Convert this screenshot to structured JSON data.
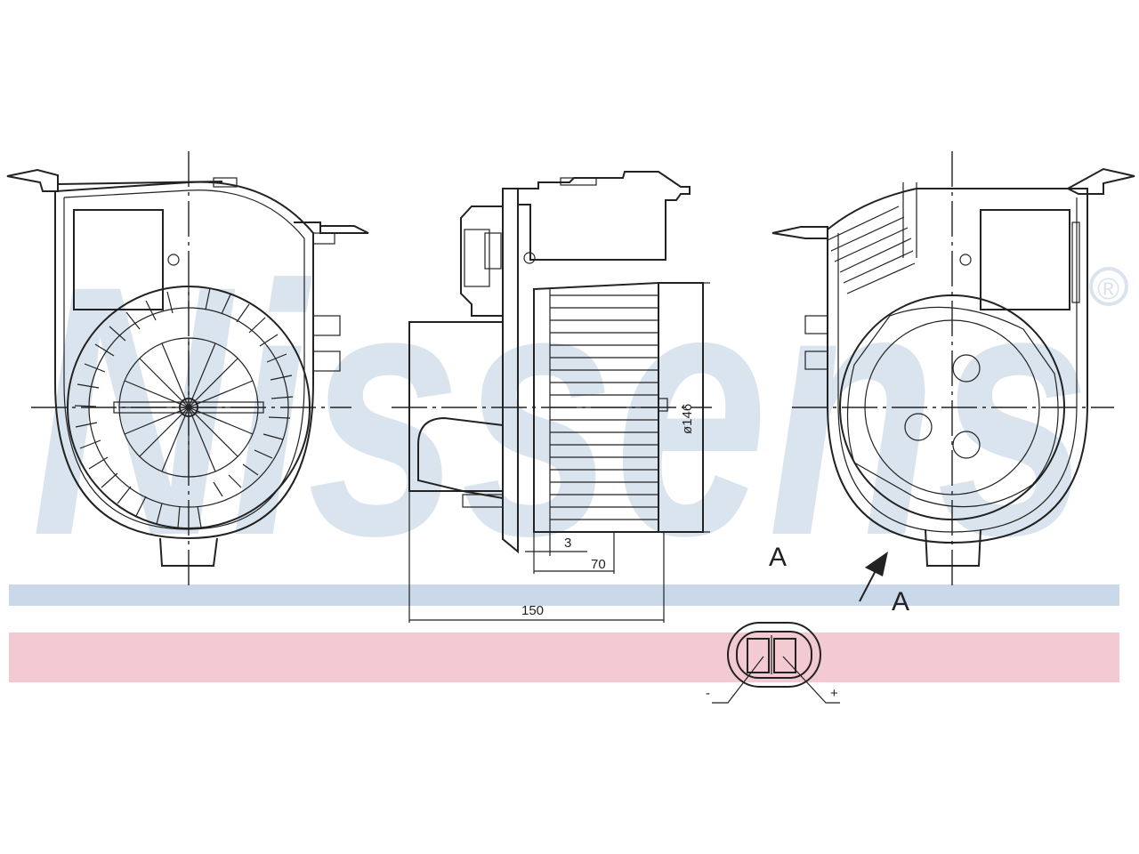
{
  "watermark": {
    "text": "Nissens",
    "registered_mark": "®",
    "band_top_color": "#c9d9e9",
    "band_bottom_color": "#f3c9d2"
  },
  "dimensions": {
    "diameter": "ø146",
    "offset": "3",
    "motor_length": "70",
    "overall_length": "150"
  },
  "view_labels": {
    "section": "A",
    "arrow": "A"
  },
  "connector": {
    "minus": "-",
    "plus": "+"
  }
}
